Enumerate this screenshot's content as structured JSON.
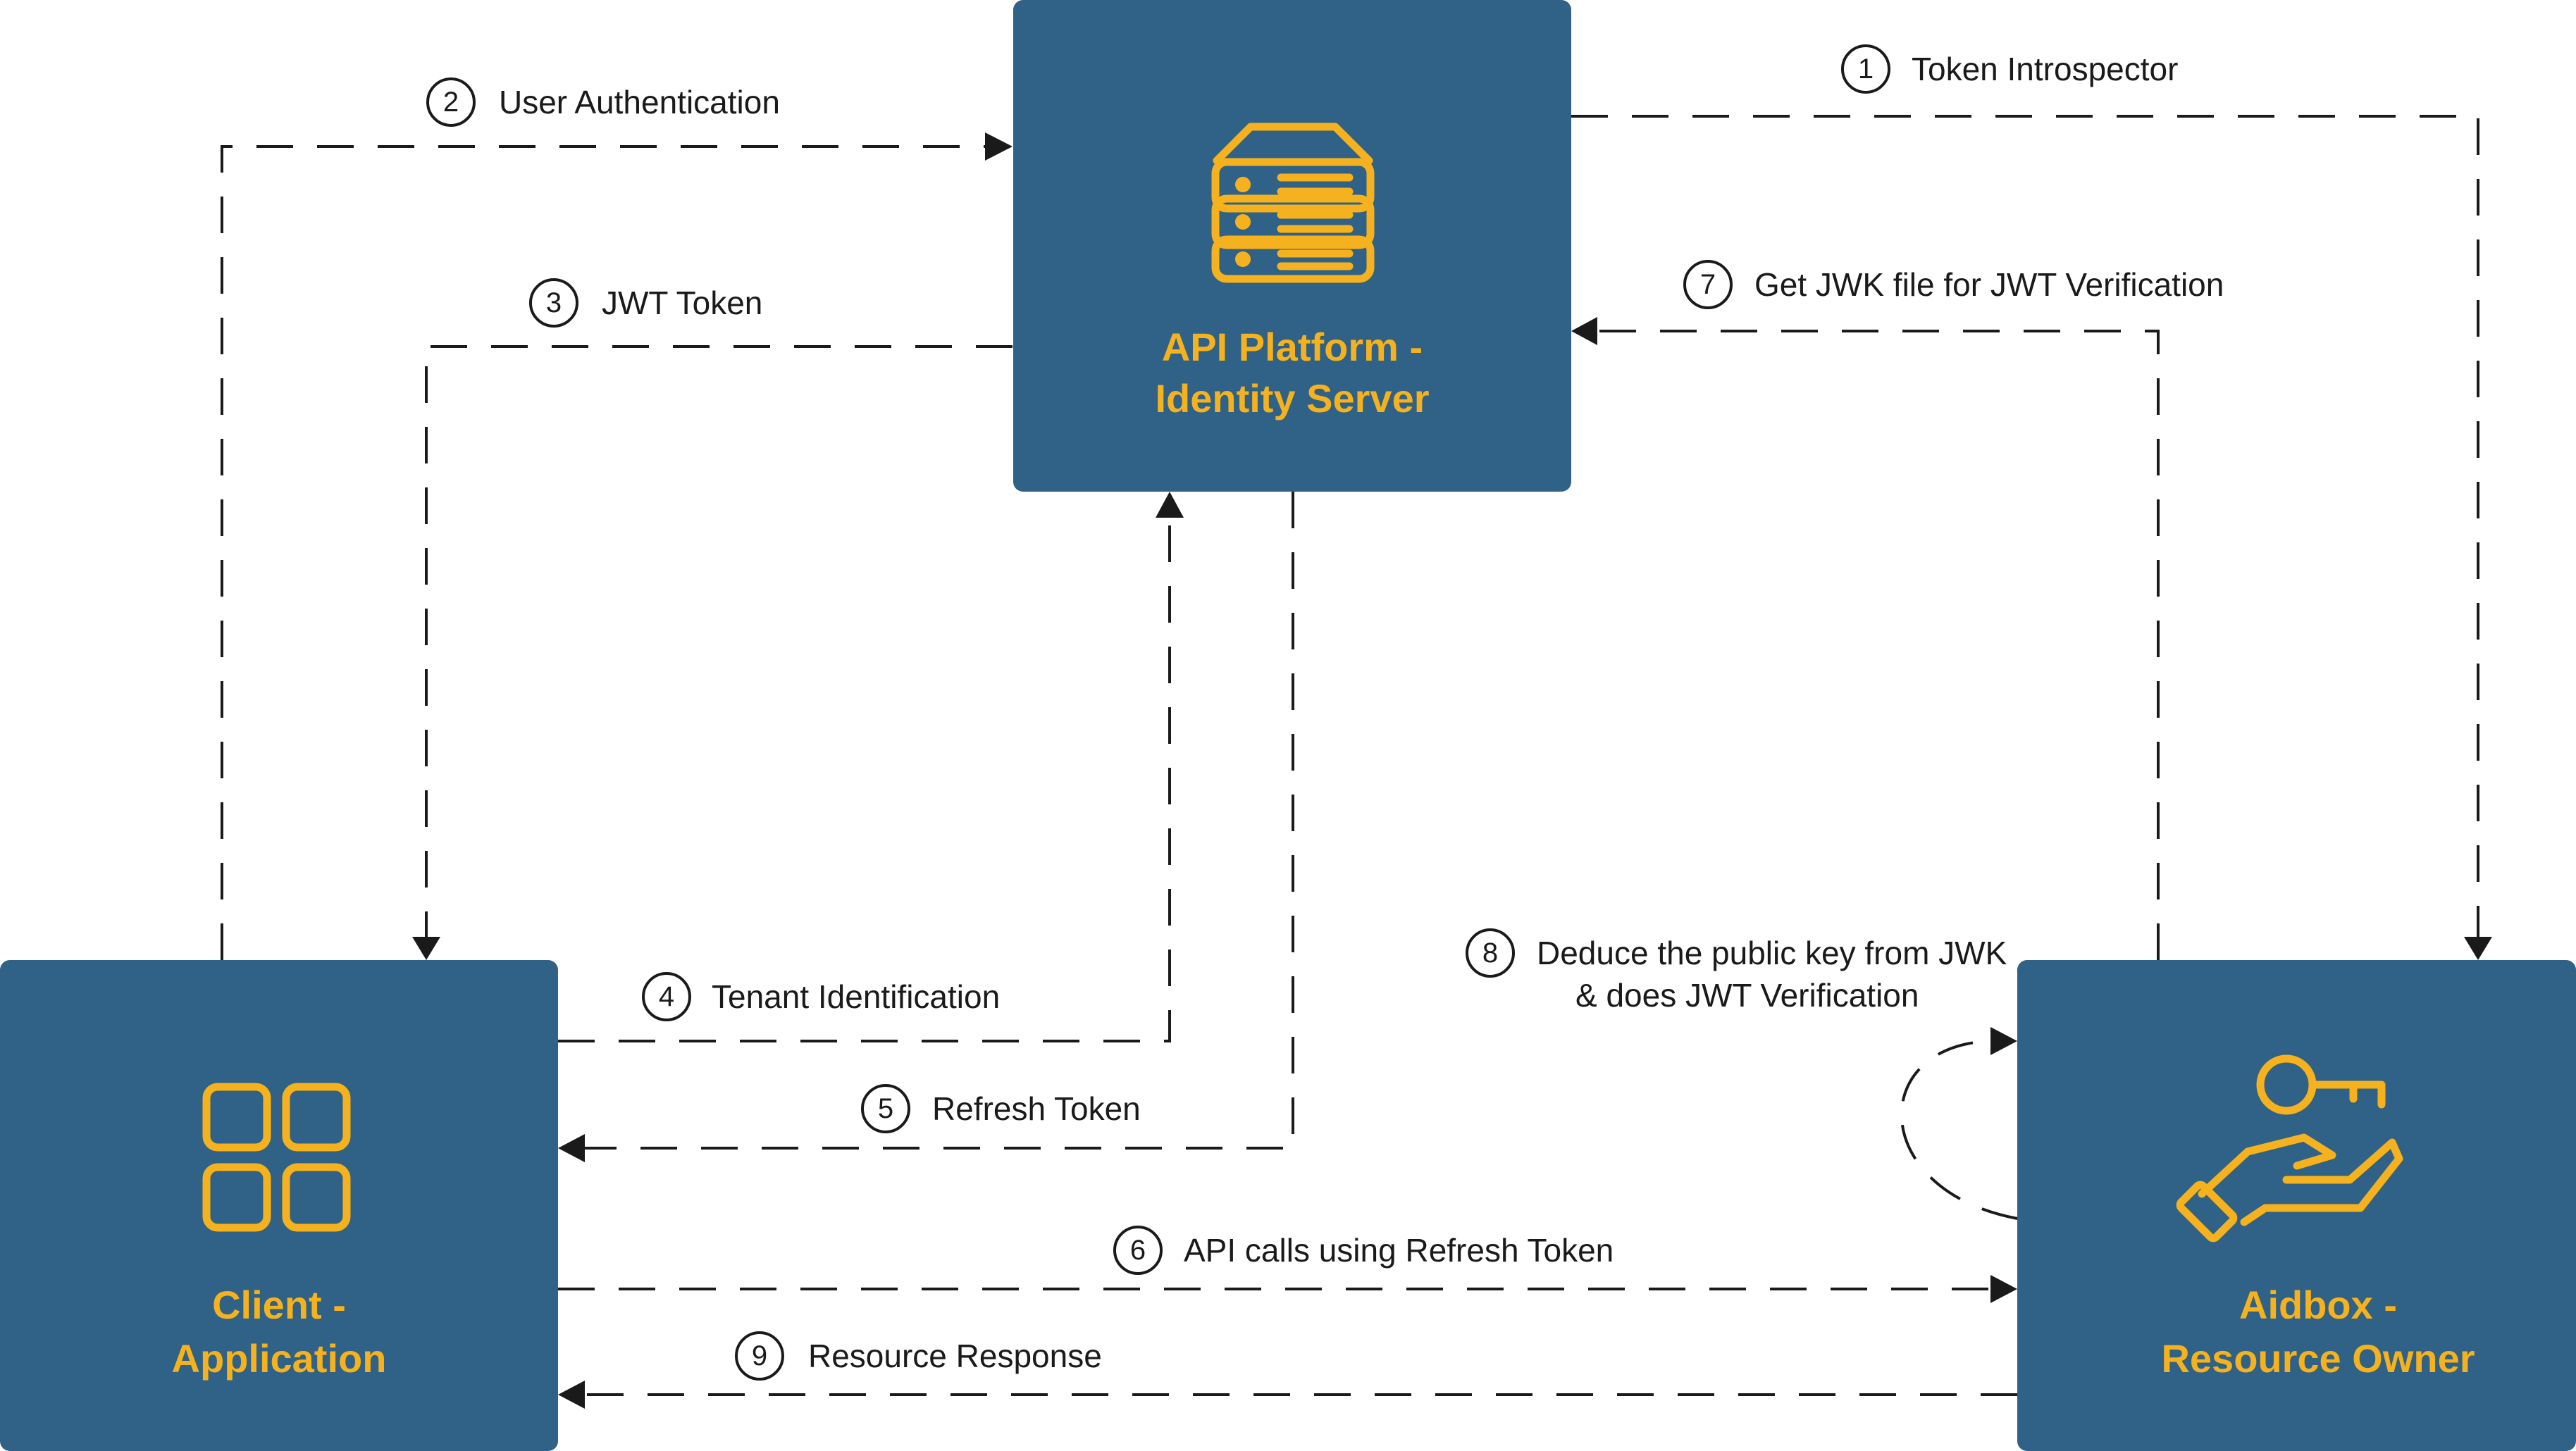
{
  "nodes": {
    "identity_server": {
      "line1": "API Platform  -",
      "line2": "Identity Server",
      "icon": "server-icon"
    },
    "client": {
      "line1": "Client -",
      "line2": "Application",
      "icon": "apps-grid-icon"
    },
    "aidbox": {
      "line1": "Aidbox -",
      "line2": "Resource Owner",
      "icon": "key-in-hand-icon"
    }
  },
  "steps": [
    {
      "num": "1",
      "label": "Token Introspector"
    },
    {
      "num": "2",
      "label": "User Authentication"
    },
    {
      "num": "3",
      "label": "JWT Token"
    },
    {
      "num": "4",
      "label": "Tenant Identification"
    },
    {
      "num": "5",
      "label": "Refresh Token"
    },
    {
      "num": "6",
      "label": "API calls using Refresh Token"
    },
    {
      "num": "7",
      "label": "Get JWK file for JWT Verification"
    },
    {
      "num": "8",
      "label": "Deduce the public key from JWK",
      "label2": "& does JWT Verification"
    },
    {
      "num": "9",
      "label": "Resource Response"
    }
  ],
  "colors": {
    "node_fill": "#2f6286",
    "accent": "#f6b21e",
    "line": "#1a1a1a"
  }
}
